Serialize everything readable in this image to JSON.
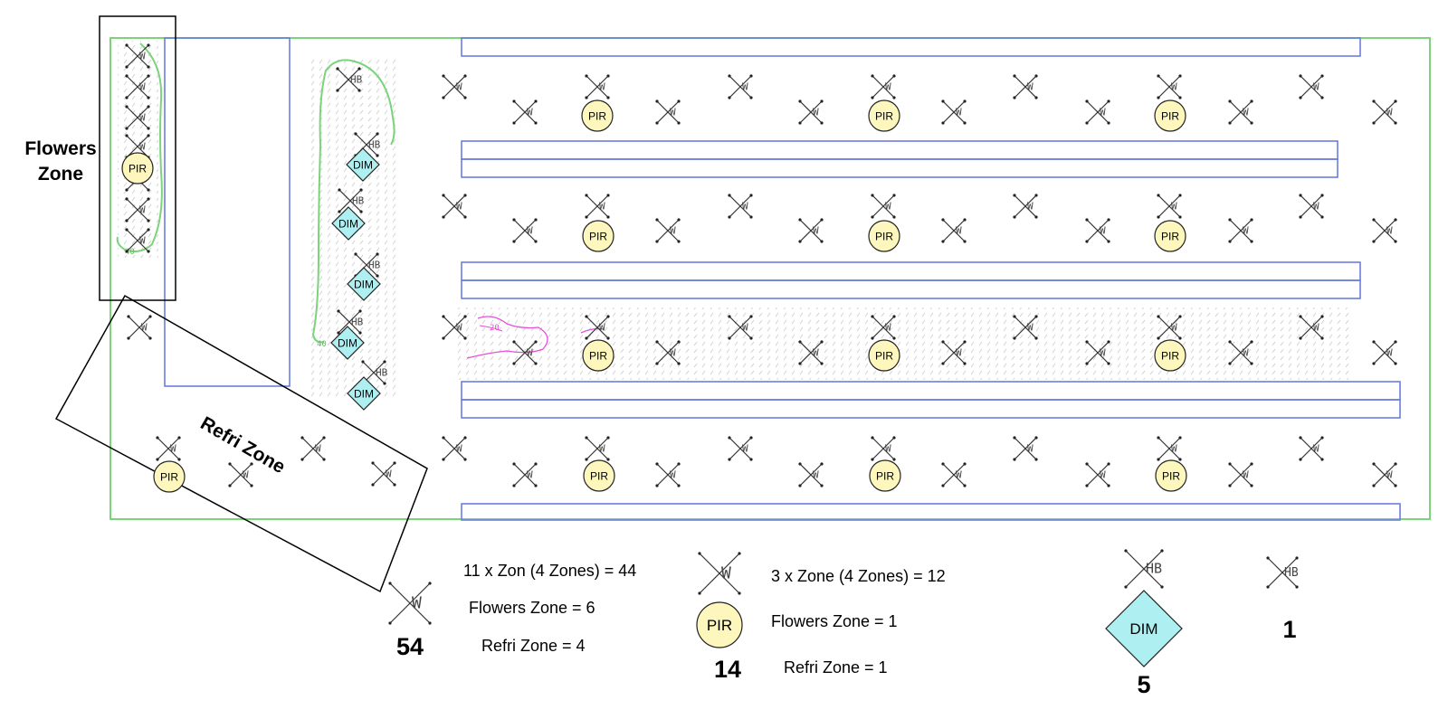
{
  "zones": {
    "flowers_label": "Flowers Zone",
    "flowers_line1": "Flowers",
    "flowers_line2": "Zone",
    "refri_label": "Refri Zone"
  },
  "symbols": {
    "w_label": "W",
    "hb_label": "HB",
    "pir_label": "PIR",
    "dim_label": "DIM"
  },
  "markings": {
    "green_a": "40",
    "green_b": "40",
    "pink": "20"
  },
  "legend": {
    "w_count": "54",
    "w_line1": "11 x Zon (4 Zones) = 44",
    "w_line2": "Flowers Zone = 6",
    "w_line3": "Refri Zone = 4",
    "pir_count": "14",
    "pir_line1": "3 x Zone (4 Zones) = 12",
    "pir_line2": "Flowers Zone = 1",
    "pir_line3": "Refri Zone = 1",
    "dim_count": "5",
    "hb_count": "1"
  },
  "colors": {
    "wall": "#7bd37b",
    "shelf": "#6b7fe0",
    "pir_fill": "#fdf6bd",
    "dim_fill": "#aef0f2",
    "annotation_pink": "#e64fd6",
    "annotation_green": "#5cbf5c"
  }
}
